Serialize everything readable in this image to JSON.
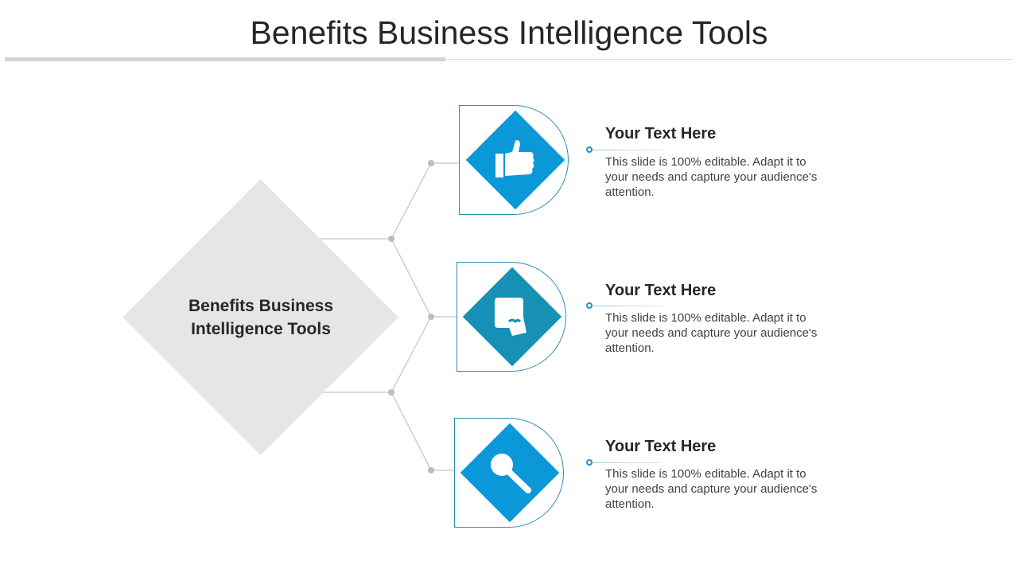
{
  "title": "Benefits Business Intelligence Tools",
  "center_label": "Benefits Business Intelligence Tools",
  "items": [
    {
      "heading": "Your  Text Here",
      "body": "This slide is 100% editable. Adapt it to your needs and capture your audience's attention.",
      "icon": "thumbs-up-icon",
      "color": "#0a98d8"
    },
    {
      "heading": "Your  Text Here",
      "body": "This slide is 100% editable. Adapt it to your needs and capture your audience's attention.",
      "icon": "puzzle-icon",
      "color": "#1690b5"
    },
    {
      "heading": "Your  Text Here",
      "body": "This slide is 100% editable. Adapt it to your needs and capture your audience's attention.",
      "icon": "magnifier-icon",
      "color": "#0a98d8"
    }
  ]
}
